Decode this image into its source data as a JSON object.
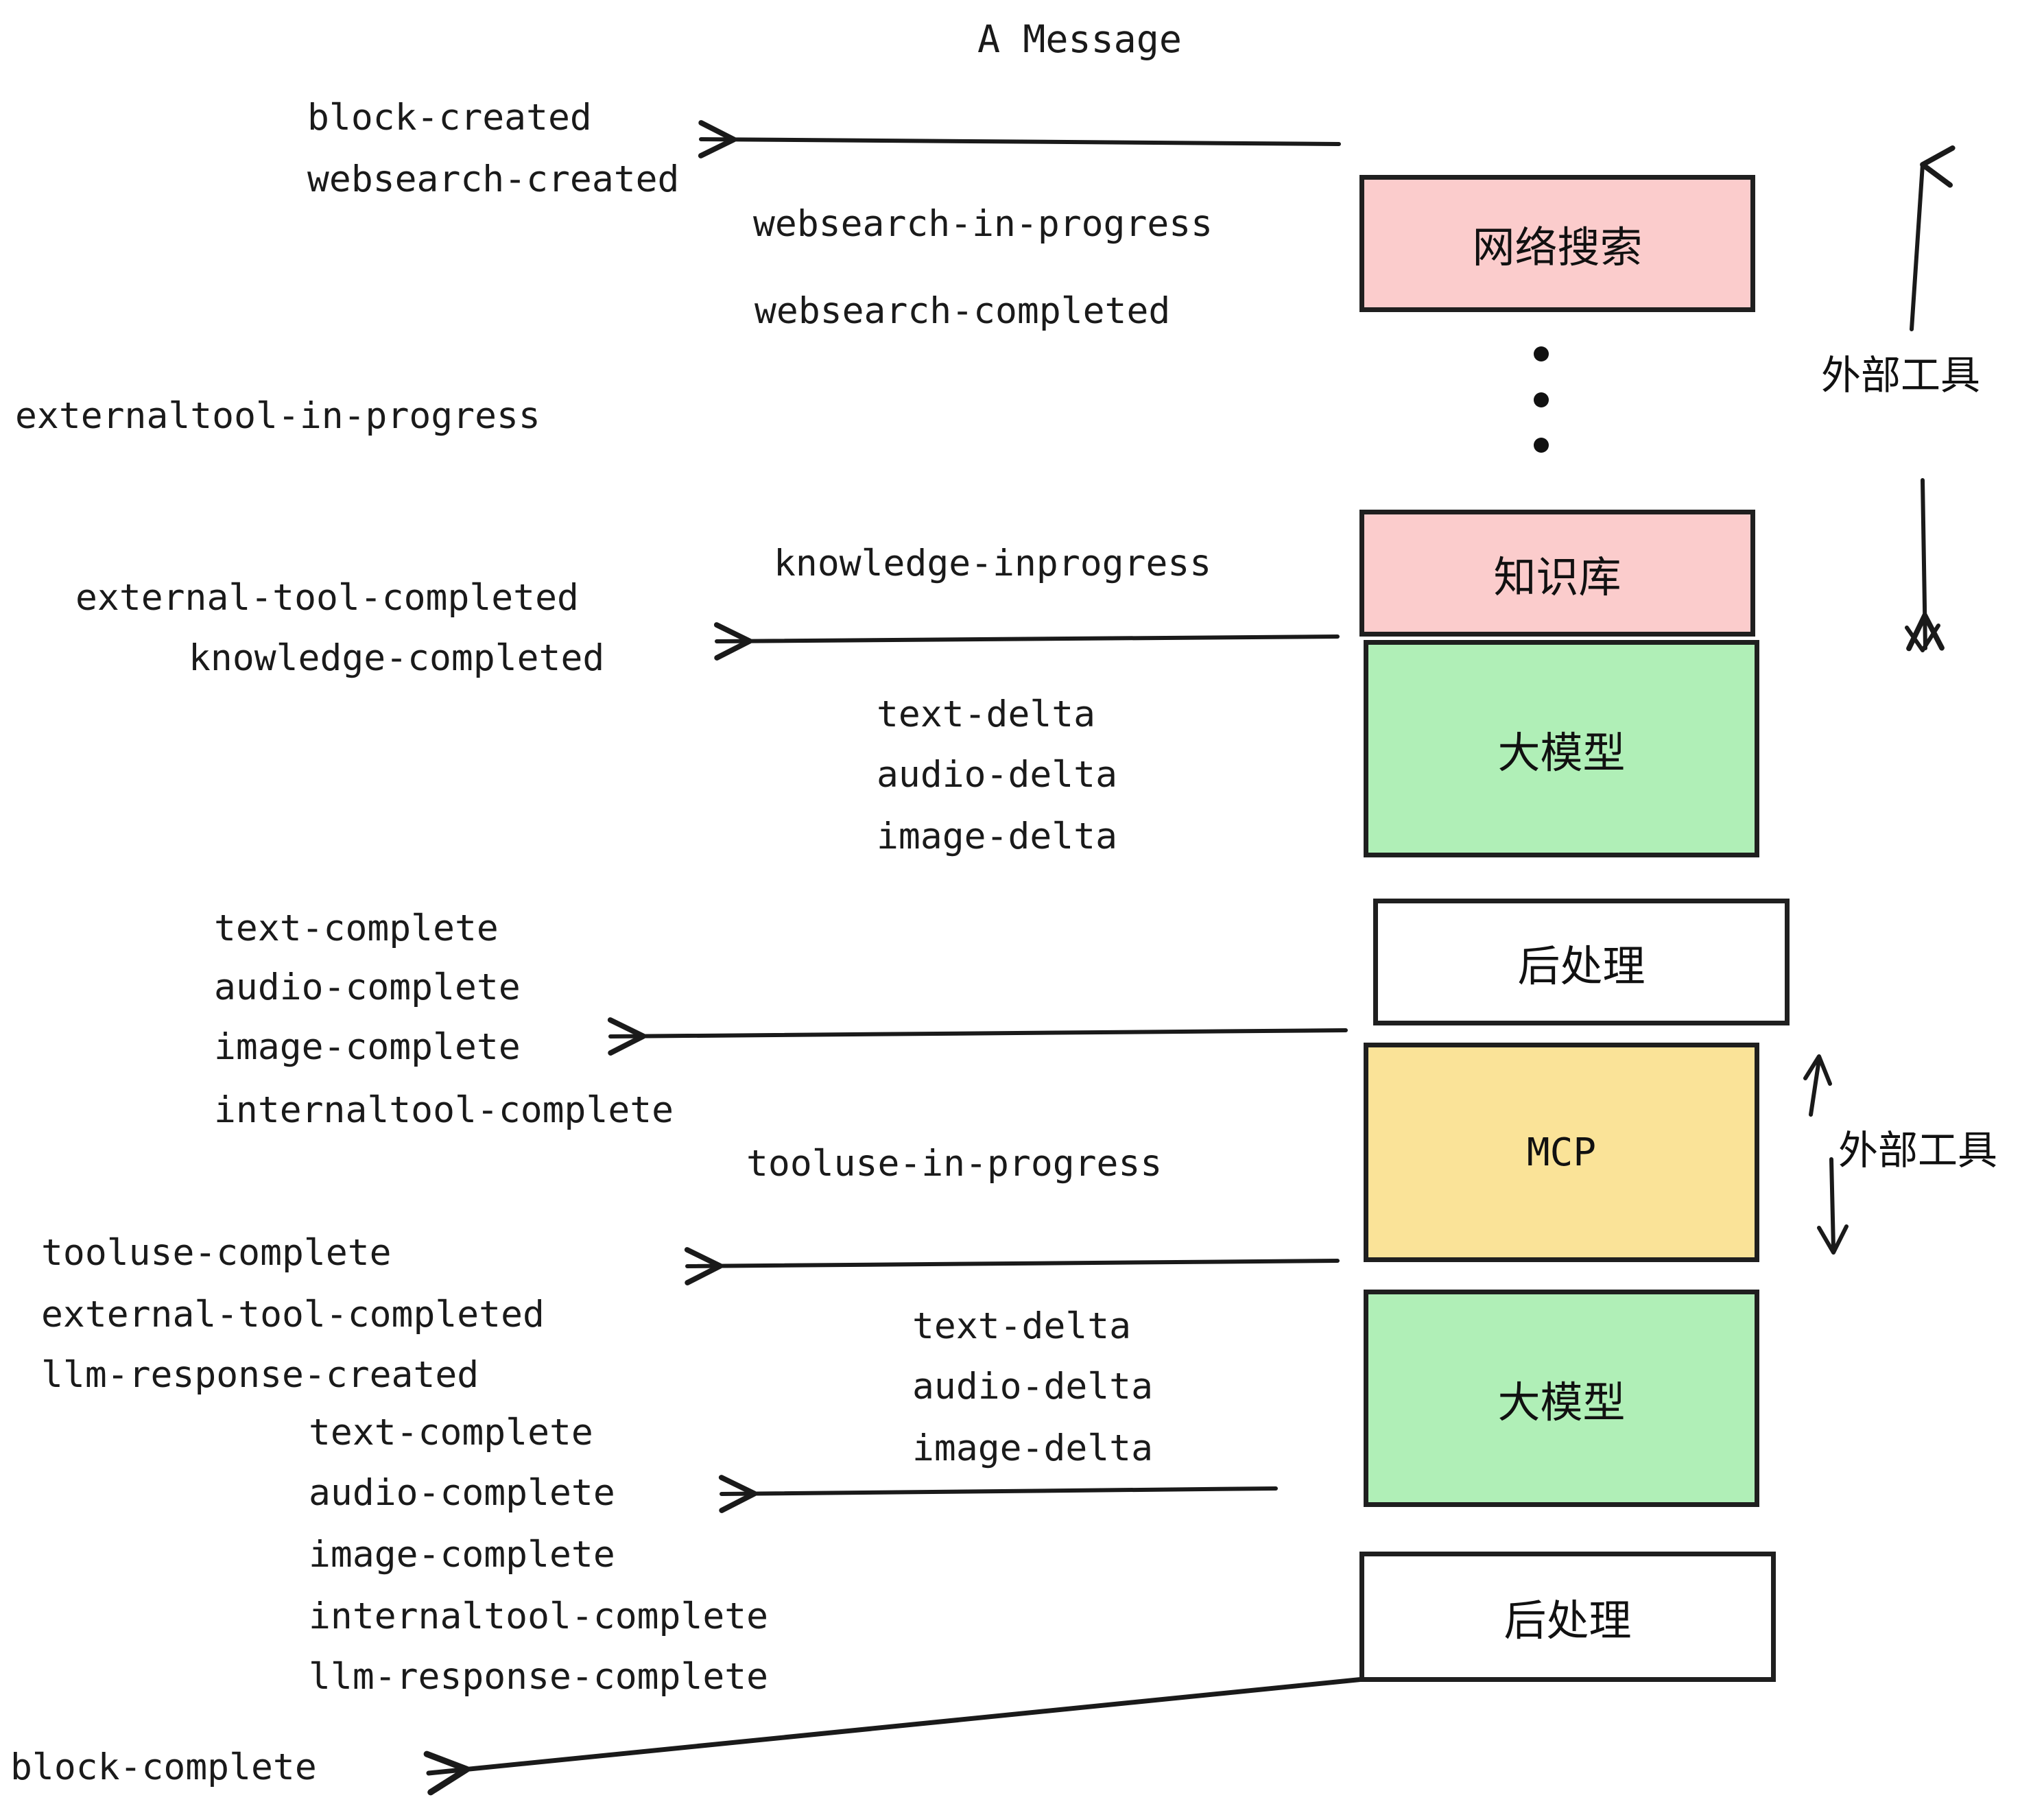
{
  "title": "A Message",
  "colors": {
    "pink": "#FBCCCC",
    "green": "#B0EFB7",
    "yellow": "#FAE398",
    "white": "#FFFFFF",
    "stroke": "#1F1F1F",
    "text": "#1A1A1A"
  },
  "boxes": [
    {
      "id": "websearch",
      "label": "网络搜索",
      "fill": "pink",
      "mono": false
    },
    {
      "id": "knowledge",
      "label": "知识库",
      "fill": "pink",
      "mono": false
    },
    {
      "id": "llm-top",
      "label": "大模型",
      "fill": "green",
      "mono": false
    },
    {
      "id": "postprocess-top",
      "label": "后处理",
      "fill": "white",
      "mono": false
    },
    {
      "id": "mcp",
      "label": "MCP",
      "fill": "yellow",
      "mono": true
    },
    {
      "id": "llm-bottom",
      "label": "大模型",
      "fill": "green",
      "mono": false
    },
    {
      "id": "postprocess-bottom",
      "label": "后处理",
      "fill": "white",
      "mono": false
    }
  ],
  "side_labels": {
    "external_tool_top": "外部工具",
    "external_tool_bottom": "外部工具"
  },
  "events": {
    "block_created": "block-created",
    "websearch_created": "websearch-created",
    "websearch_in_progress": "websearch-in-progress",
    "websearch_completed": "websearch-completed",
    "externaltool_in_progress": "externaltool-in-progress",
    "knowledge_inprogress": "knowledge-inprogress",
    "external_tool_completed_1": "external-tool-completed",
    "knowledge_completed": "knowledge-completed",
    "text_delta_1": "text-delta",
    "audio_delta_1": "audio-delta",
    "image_delta_1": "image-delta",
    "text_complete_1": "text-complete",
    "audio_complete_1": "audio-complete",
    "image_complete_1": "image-complete",
    "internaltool_complete_1": "internaltool-complete",
    "tooluse_in_progress": "tooluse-in-progress",
    "tooluse_complete": "tooluse-complete",
    "external_tool_completed_2": "external-tool-completed",
    "llm_response_created": "llm-response-created",
    "text_delta_2": "text-delta",
    "audio_delta_2": "audio-delta",
    "image_delta_2": "image-delta",
    "text_complete_2": "text-complete",
    "audio_complete_2": "audio-complete",
    "image_complete_2": "image-complete",
    "internaltool_complete_2": "internaltool-complete",
    "llm_response_complete": "llm-response-complete",
    "block_complete": "block-complete"
  }
}
